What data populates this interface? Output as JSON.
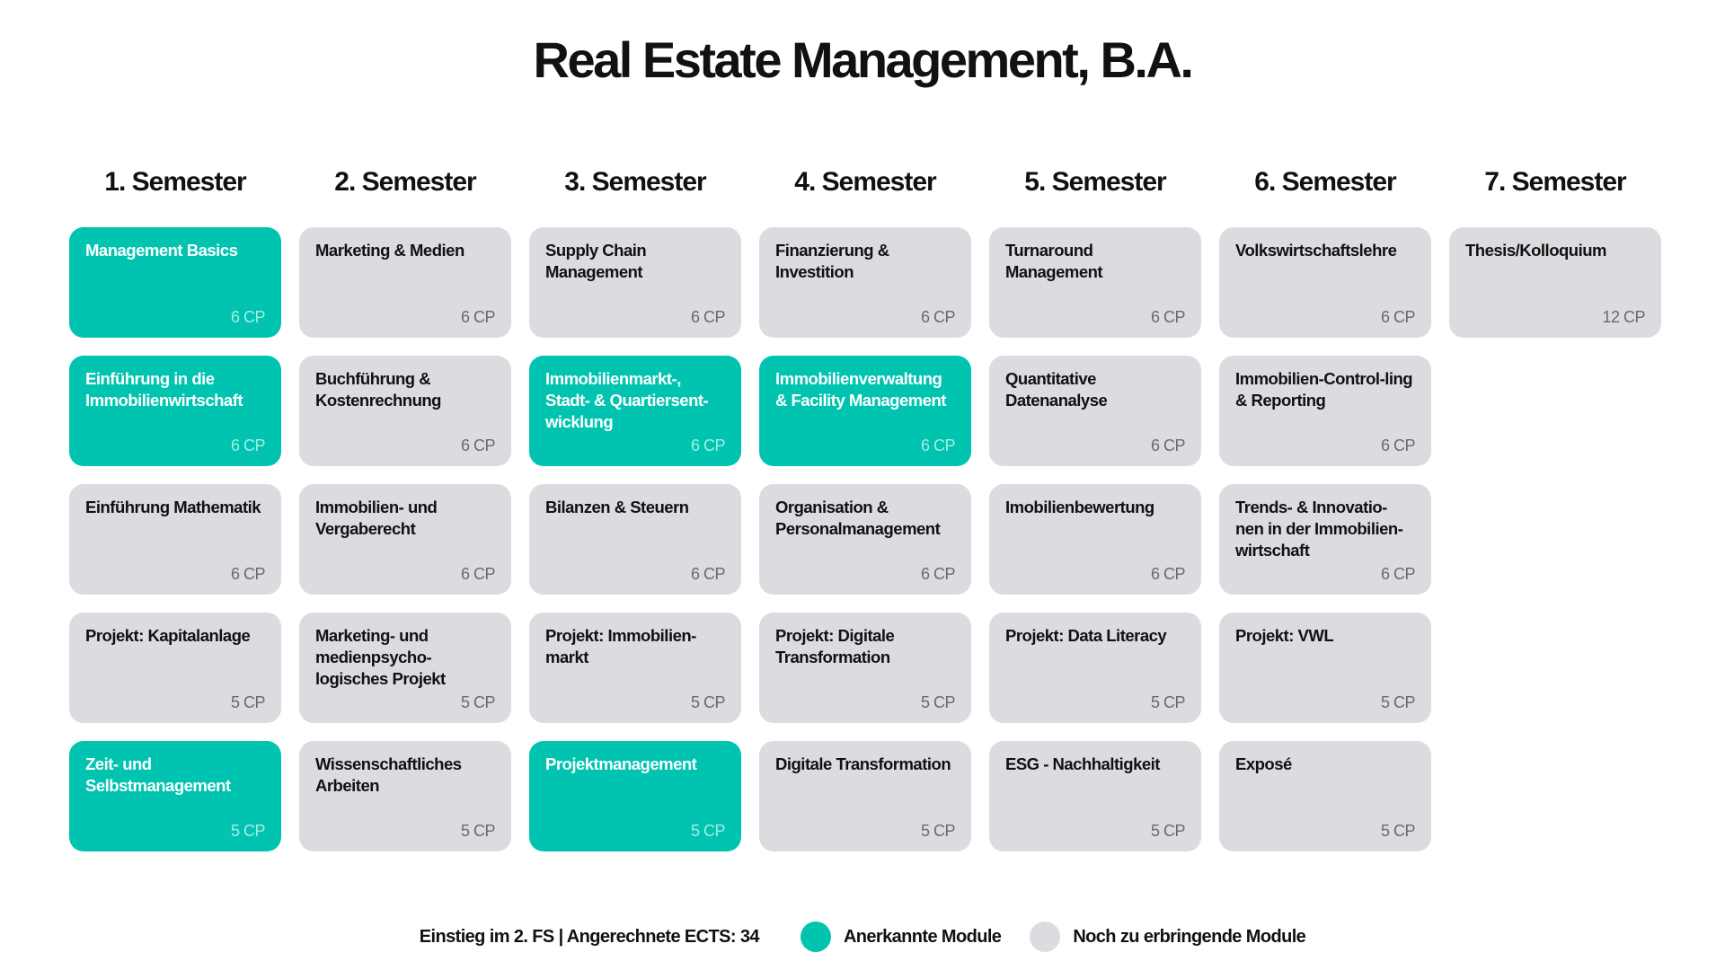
{
  "title": "Real Estate Management, B.A.",
  "colors": {
    "done": "#00c4b0",
    "open": "#dadcdf"
  },
  "semesters": [
    {
      "label": "1. Semester",
      "modules": [
        {
          "name": "Management Basics",
          "cp": "6 CP",
          "done": true
        },
        {
          "name": "Einführung in die Immobilienwirtschaft",
          "cp": "6 CP",
          "done": true
        },
        {
          "name": "Einführung Mathematik",
          "cp": "6 CP",
          "done": false
        },
        {
          "name": "Projekt: Kapitalanlage",
          "cp": "5 CP",
          "done": false
        },
        {
          "name": "Zeit- und Selbstmanagement",
          "cp": "5 CP",
          "done": true
        }
      ]
    },
    {
      "label": "2. Semester",
      "modules": [
        {
          "name": "Marketing & Medien",
          "cp": "6 CP",
          "done": false
        },
        {
          "name": "Buchführung & Kostenrechnung",
          "cp": "6 CP",
          "done": false
        },
        {
          "name": "Immobilien- und Vergaberecht",
          "cp": "6 CP",
          "done": false
        },
        {
          "name": "Marketing- und medienpsycho-logisches Projekt",
          "cp": "5 CP",
          "done": false
        },
        {
          "name": "Wissenschaftliches Arbeiten",
          "cp": "5 CP",
          "done": false
        }
      ]
    },
    {
      "label": "3. Semester",
      "modules": [
        {
          "name": "Supply Chain Management",
          "cp": "6 CP",
          "done": false
        },
        {
          "name": "Immobilienmarkt-, Stadt- & Quartiersent-wicklung",
          "cp": "6 CP",
          "done": true
        },
        {
          "name": "Bilanzen & Steuern",
          "cp": "6 CP",
          "done": false
        },
        {
          "name": "Projekt: Immobilien-markt",
          "cp": "5 CP",
          "done": false
        },
        {
          "name": "Projektmanagement",
          "cp": "5 CP",
          "done": true
        }
      ]
    },
    {
      "label": "4. Semester",
      "modules": [
        {
          "name": "Finanzierung & Investition",
          "cp": "6 CP",
          "done": false
        },
        {
          "name": "Immobilienverwaltung & Facility Management",
          "cp": "6 CP",
          "done": true
        },
        {
          "name": "Organisation & Personalmanagement",
          "cp": "6 CP",
          "done": false
        },
        {
          "name": "Projekt: Digitale Transformation",
          "cp": "5 CP",
          "done": false
        },
        {
          "name": "Digitale Transformation",
          "cp": "5 CP",
          "done": false
        }
      ]
    },
    {
      "label": "5. Semester",
      "modules": [
        {
          "name": "Turnaround Management",
          "cp": "6 CP",
          "done": false
        },
        {
          "name": "Quantitative Datenanalyse",
          "cp": "6 CP",
          "done": false
        },
        {
          "name": "Imobilienbewertung",
          "cp": "6 CP",
          "done": false
        },
        {
          "name": "Projekt: Data Literacy",
          "cp": "5 CP",
          "done": false
        },
        {
          "name": "ESG - Nachhaltigkeit",
          "cp": "5 CP",
          "done": false
        }
      ]
    },
    {
      "label": "6. Semester",
      "modules": [
        {
          "name": "Volkswirtschaftslehre",
          "cp": "6 CP",
          "done": false
        },
        {
          "name": "Immobilien-Control-ling & Reporting",
          "cp": "6 CP",
          "done": false
        },
        {
          "name": "Trends- & Innovatio-nen in der Immobilien-wirtschaft",
          "cp": "6 CP",
          "done": false
        },
        {
          "name": "Projekt: VWL",
          "cp": "5 CP",
          "done": false
        },
        {
          "name": "Exposé",
          "cp": "5 CP",
          "done": false
        }
      ]
    },
    {
      "label": "7. Semester",
      "modules": [
        {
          "name": "Thesis/Kolloquium",
          "cp": "12 CP",
          "done": false
        }
      ]
    }
  ],
  "legend": {
    "info": "Einstieg im 2. FS | Angerechnete ECTS: 34",
    "done_label": "Anerkannte Module",
    "open_label": "Noch zu erbringende Module"
  }
}
